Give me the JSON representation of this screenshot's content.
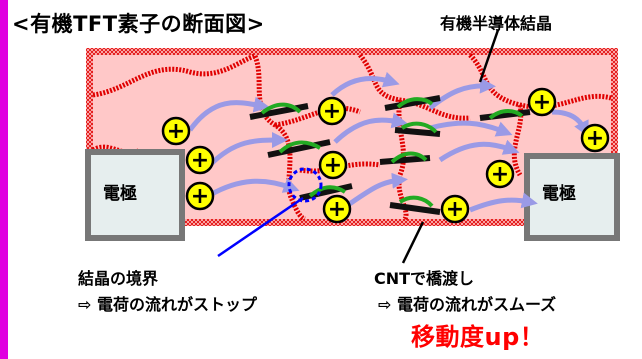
{
  "title": "<有機TFT素子の断面図>",
  "material_label": "有機半導体結晶",
  "electrode_label": "電極",
  "carrier_symbol": "+",
  "grain_boundary": {
    "label": "結晶の境界",
    "effect": "⇨ 電荷の流れがストップ"
  },
  "cnt": {
    "label": "CNTで橋渡し",
    "effect": "⇨ 電荷の流れがスムーズ"
  },
  "mobility": "移動度up！",
  "colors": {
    "border_magenta": "#e000e0",
    "crystal_fill": "#ffc8c8",
    "crystal_border": "#e00000",
    "electrode_fill": "#e6eeee",
    "electrode_border": "#777777",
    "carrier_fill": "#ffff00",
    "arrow": "#9a9ae6",
    "cnt_green": "#22aa22",
    "boundary_marker": "#0000ff",
    "emphasis_red": "#ff0000"
  }
}
